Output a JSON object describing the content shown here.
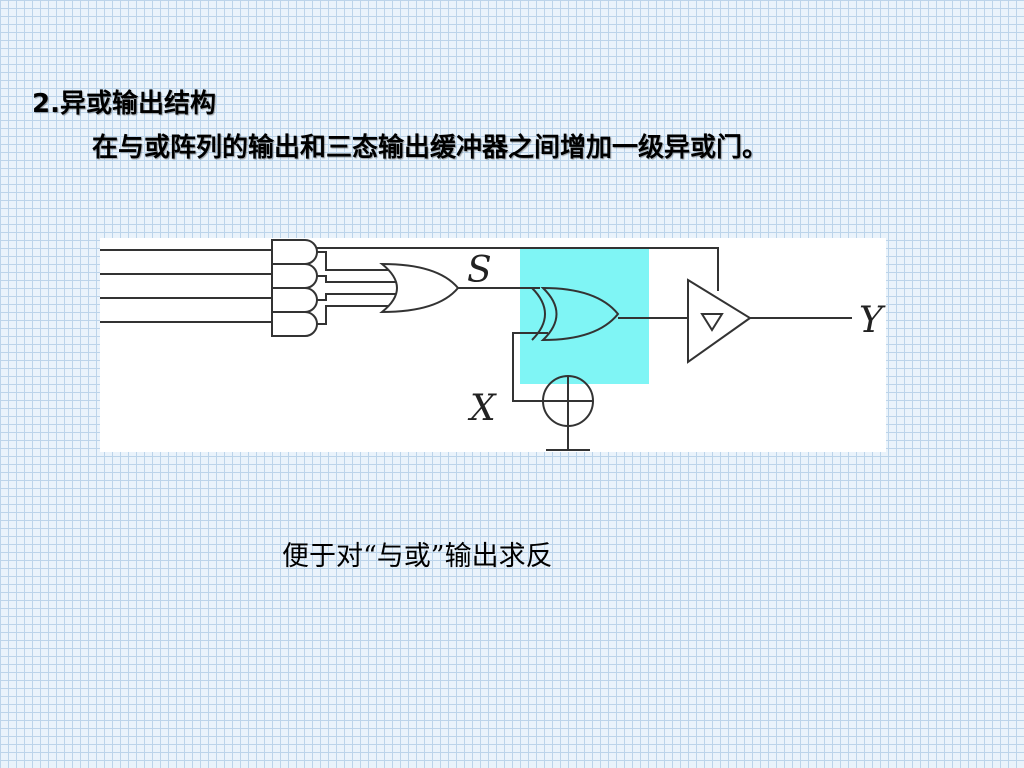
{
  "heading": {
    "number": "2.",
    "title": "异或输出结构"
  },
  "body_text": "在与或阵列的输出和三态输出缓冲器之间增加一级异或门。",
  "diagram": {
    "sum_label": "S",
    "control_label": "X",
    "output_label": "Y",
    "highlight_color": "#7ff5f5"
  },
  "caption": "便于对“与或”输出求反"
}
